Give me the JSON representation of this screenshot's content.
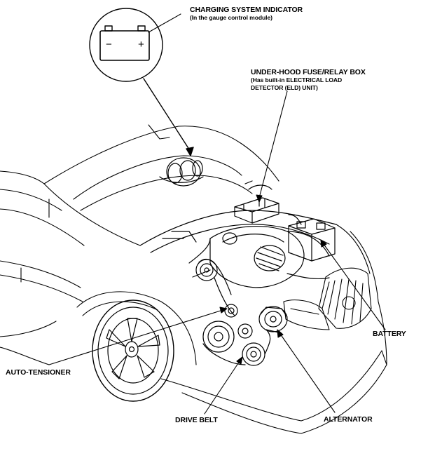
{
  "labels": {
    "charging": {
      "title": "CHARGING SYSTEM INDICATOR",
      "note": "(In the gauge control module)"
    },
    "fusebox": {
      "line1": "UNDER-HOOD FUSE/RELAY BOX",
      "line2": "(Has built-in ELECTRICAL LOAD",
      "line3": "DETECTOR (ELD) UNIT)"
    },
    "battery": "BATTERY",
    "auto_tensioner": "AUTO-TENSIONER",
    "drive_belt": "DRIVE BELT",
    "alternator": "ALTERNATOR"
  },
  "indicator_symbols": {
    "minus": "−",
    "plus": "+"
  },
  "colors": {
    "ink": "#000000",
    "background": "#ffffff"
  }
}
